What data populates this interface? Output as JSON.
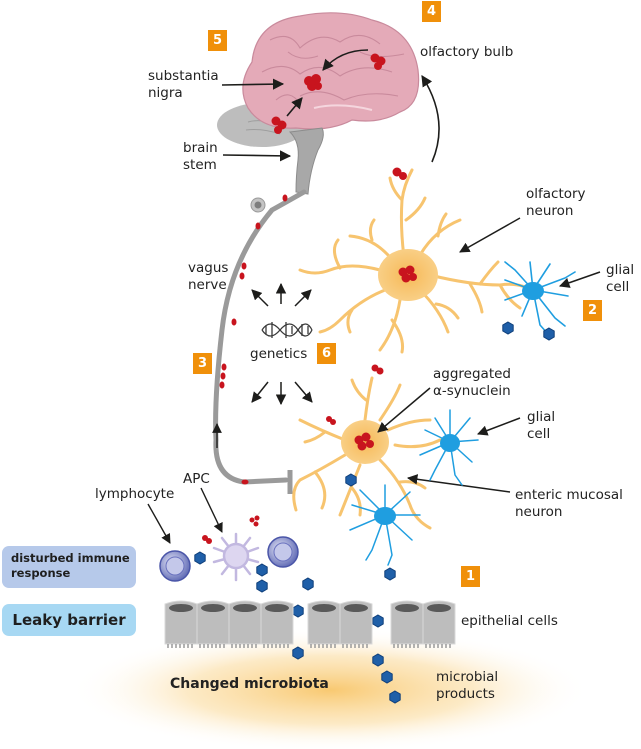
{
  "figure": {
    "type": "pathway-illustration",
    "subject": "gut-brain axis spread of alpha-synuclein"
  },
  "colors": {
    "badge": "#f0900a",
    "brain": "#e4aab8",
    "neuron": "#f7c46f",
    "glia": "#1f9ee0",
    "aggregate": "#c8141e",
    "nerve": "#9a9a9a",
    "microbial_product": "#1f5fa8",
    "immune_box": "#b6c9ea",
    "barrier_box": "#a7d8f3",
    "microbiota_glow": "#f8c66a"
  },
  "badges": [
    {
      "id": "1",
      "label": "1"
    },
    {
      "id": "2",
      "label": "2"
    },
    {
      "id": "3",
      "label": "3"
    },
    {
      "id": "4",
      "label": "4"
    },
    {
      "id": "5",
      "label": "5"
    },
    {
      "id": "6",
      "label": "6"
    }
  ],
  "labels": {
    "substantia_nigra": "substantia\nnigra",
    "olfactory_bulb": "olfactory bulb",
    "brain_stem": "brain\nstem",
    "olfactory_neuron": "olfactory\nneuron",
    "glial_cell_top": "glial\ncell",
    "vagus_nerve": "vagus\nnerve",
    "genetics": "genetics",
    "aggregated_synuclein": "aggregated\nα-synuclein",
    "glial_cell_bottom": "glial\ncell",
    "enteric_mucosal_neuron": "enteric mucosal\nneuron",
    "lymphocyte": "lymphocyte",
    "apc": "APC",
    "epithelial_cells": "epithelial cells",
    "microbial_products": "microbial\nproducts"
  },
  "boxes": {
    "disturbed_immune_response": "disturbed immune\nresponse",
    "leaky_barrier": "Leaky barrier"
  },
  "bottom_label": "Changed microbiota"
}
